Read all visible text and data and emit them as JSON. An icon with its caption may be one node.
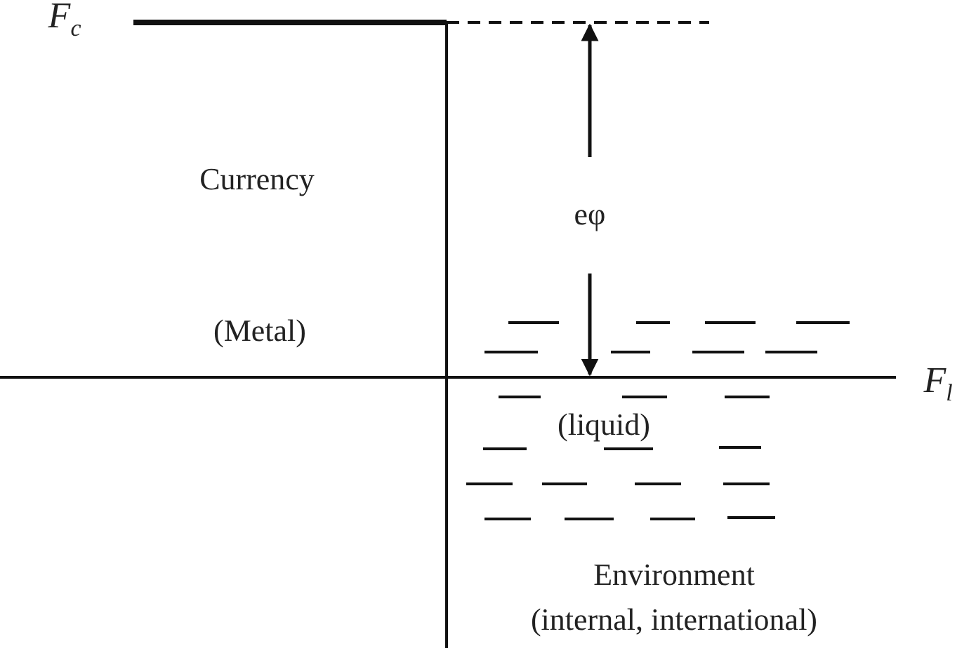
{
  "diagram": {
    "labels": [
      "F$_{c}$",
      "Currency",
      "eφ",
      "(Metal)",
      "F$_{l}$",
      "(liquid)",
      "Environment",
      "(internal, international)"
    ]
  }
}
